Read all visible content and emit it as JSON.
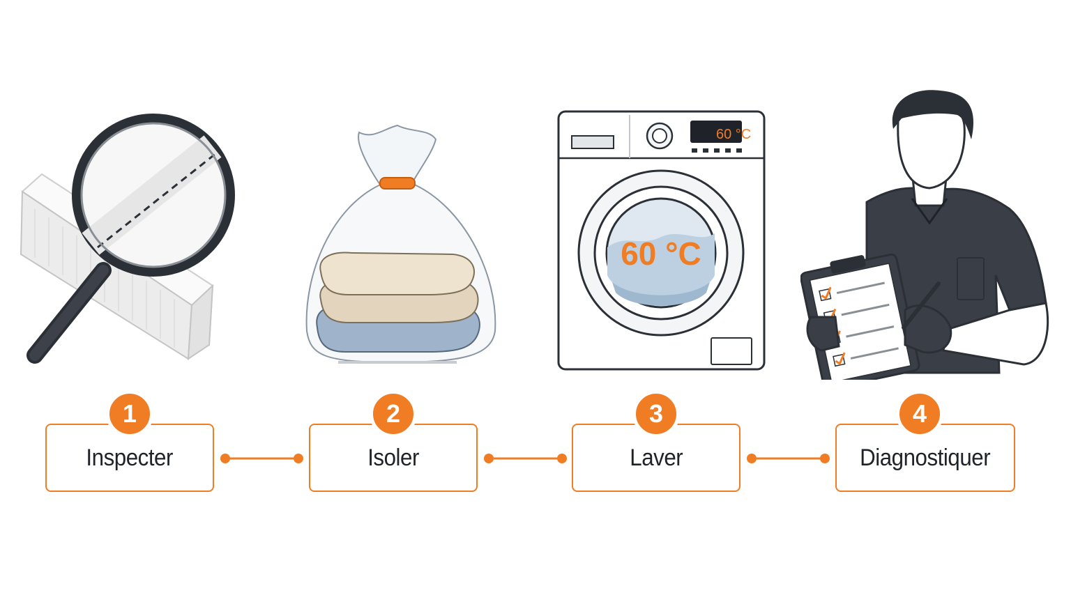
{
  "colors": {
    "accent": "#f07c24",
    "outline": "#2b2f36",
    "text": "#1f2329"
  },
  "steps": [
    {
      "number": "1",
      "label": "Inspecter",
      "icon": "magnifier-mattress-icon"
    },
    {
      "number": "2",
      "label": "Isoler",
      "icon": "sealed-bag-laundry-icon"
    },
    {
      "number": "3",
      "label": "Laver",
      "icon": "washing-machine-icon"
    },
    {
      "number": "4",
      "label": "Diagnostiquer",
      "icon": "technician-checklist-icon"
    }
  ],
  "washer": {
    "display_temp": "60 °C",
    "drum_temp": "60 °C"
  }
}
